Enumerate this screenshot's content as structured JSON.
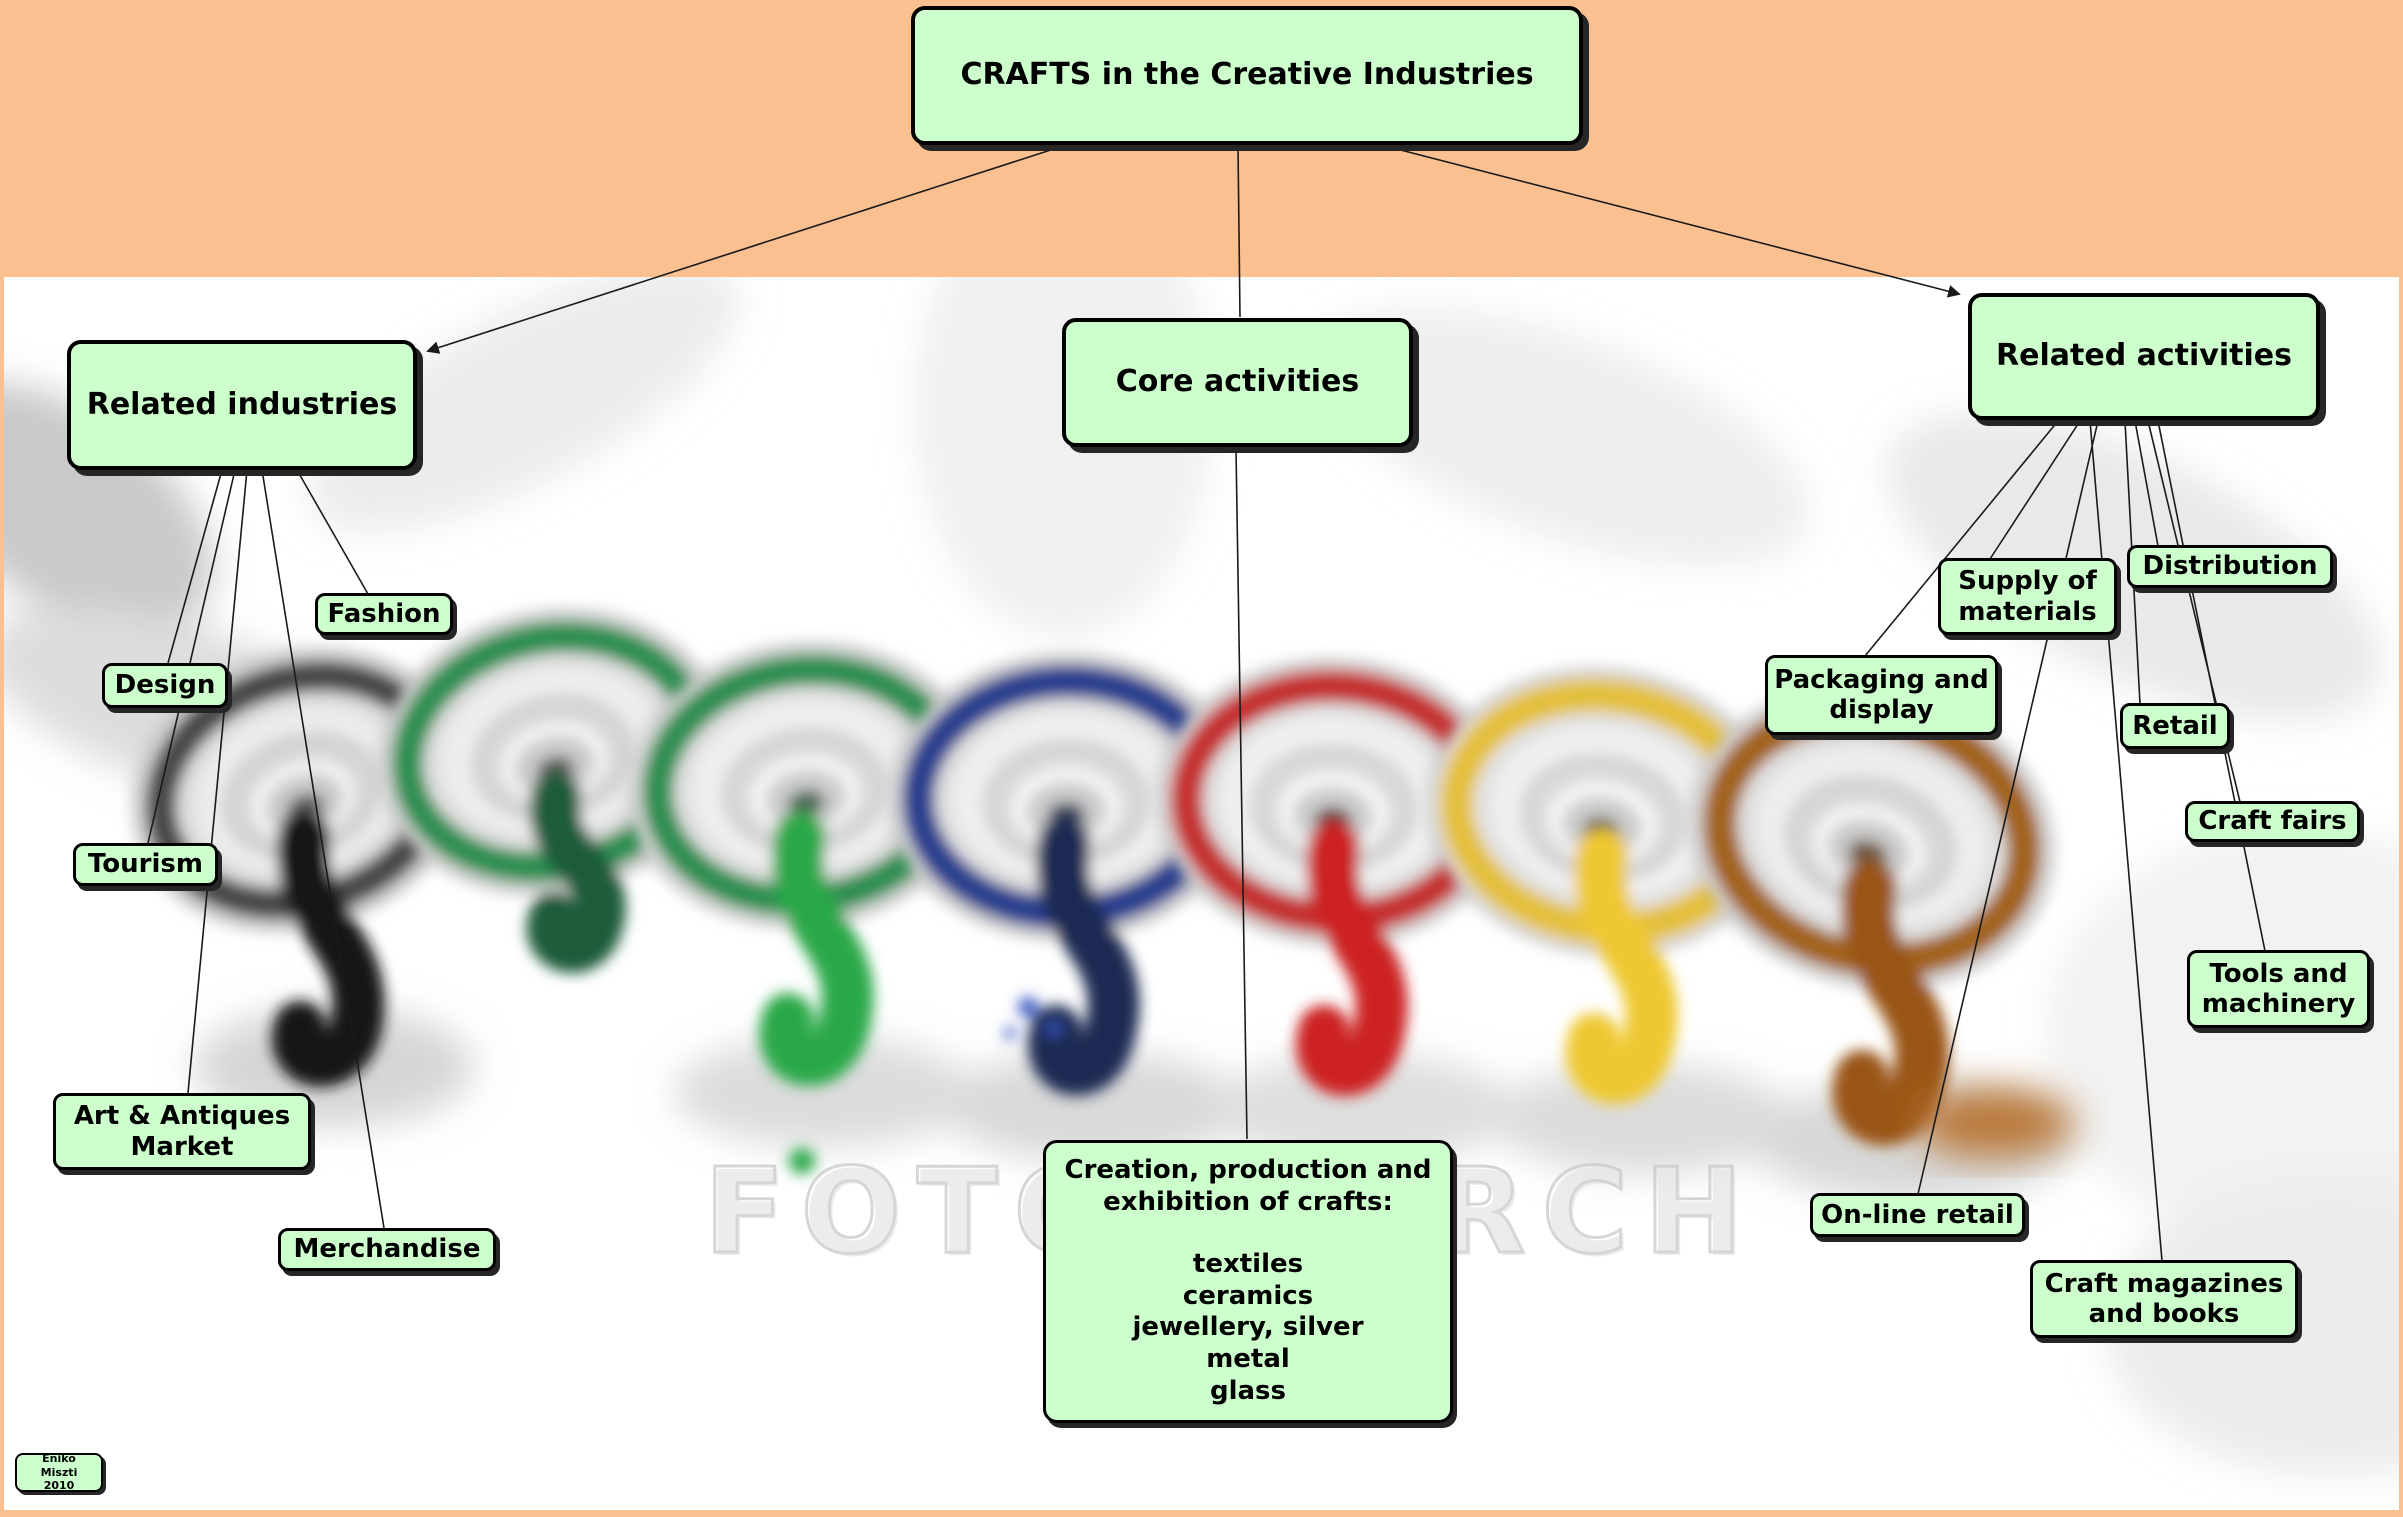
{
  "title": {
    "label": "CRAFTS in the Creative Industries"
  },
  "nodes": {
    "related_industries": {
      "label": "Related industries"
    },
    "core_activities": {
      "label": "Core activities"
    },
    "related_activities": {
      "label": "Related activities"
    },
    "fashion": {
      "label": "Fashion"
    },
    "design": {
      "label": "Design"
    },
    "tourism": {
      "label": "Tourism"
    },
    "art_antiques": {
      "label": "Art & Antiques Market"
    },
    "merchandise": {
      "label": "Merchandise"
    },
    "creation": {
      "header": "Creation, production and exhibition of crafts:",
      "items": [
        "textiles",
        "ceramics",
        "jewellery, silver",
        "metal",
        "glass"
      ]
    },
    "supply": {
      "label": "Supply of materials"
    },
    "distribution": {
      "label": "Distribution"
    },
    "packaging": {
      "label": "Packaging and display"
    },
    "retail": {
      "label": "Retail"
    },
    "craft_fairs": {
      "label": "Craft fairs"
    },
    "tools": {
      "label": "Tools and machinery"
    },
    "online_retail": {
      "label": "On-line retail"
    },
    "craft_magazines": {
      "label": "Craft magazines and books"
    }
  },
  "credit": {
    "name": "Eniko Miszti",
    "year": "2010"
  },
  "watermark": "FOTOSEARCH",
  "colors": {
    "frame": "#fac090",
    "node_fill": "#ccffcc",
    "node_border": "#000000",
    "node_shadow": "#262626",
    "connector": "#1a1a1a",
    "photo_bg": "#ffffff",
    "watermark": "#c9c9c9",
    "paint_black": "#161616",
    "paint_dark_green": "#1e5b3a",
    "paint_green": "#2aa84a",
    "paint_navy": "#1c2a52",
    "paint_red": "#cc2020",
    "paint_yellow": "#eec832",
    "paint_copper": "#9a5415",
    "band_grey": "#4a4a4a",
    "band_green": "#2f8f53",
    "band_blue": "#2c3f8e",
    "band_red": "#c53131",
    "band_yellow": "#e3c03c",
    "band_copper": "#a2631f"
  }
}
